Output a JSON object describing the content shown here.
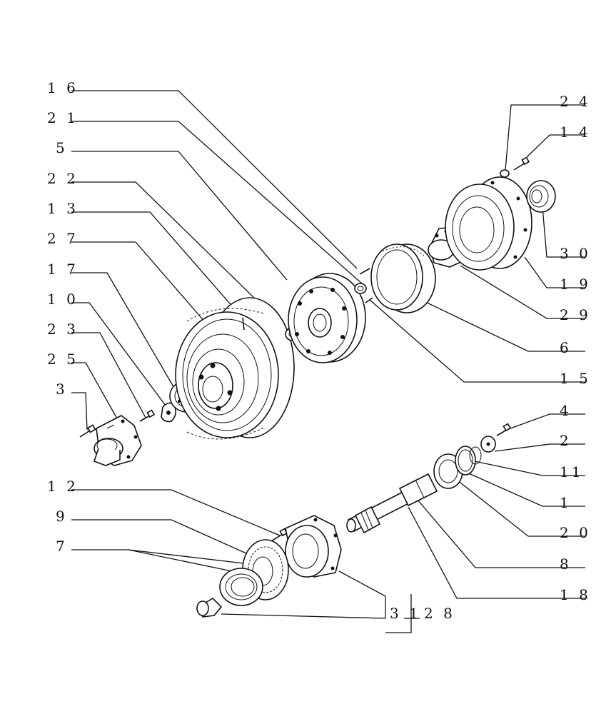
{
  "callouts": {
    "c16": "1 6",
    "c21": "2 1",
    "c5": "5",
    "c22": "2 2",
    "c13": "1 3",
    "c27": "2 7",
    "c17": "1 7",
    "c10": "1 0",
    "c23": "2 3",
    "c25": "2 5",
    "c3": "3",
    "c12": "1 2",
    "c9": "9",
    "c7": "7",
    "c24": "2 4",
    "c14": "1 4",
    "c30": "3 0",
    "c19": "1 9",
    "c29": "2 9",
    "c6": "6",
    "c15": "1 5",
    "c4": "4",
    "c2": "2",
    "c11": "11",
    "c1": "1",
    "c20": "2 0",
    "c8": "8",
    "c18": "1 8",
    "c31": "3 1",
    "c28": "2 8"
  }
}
